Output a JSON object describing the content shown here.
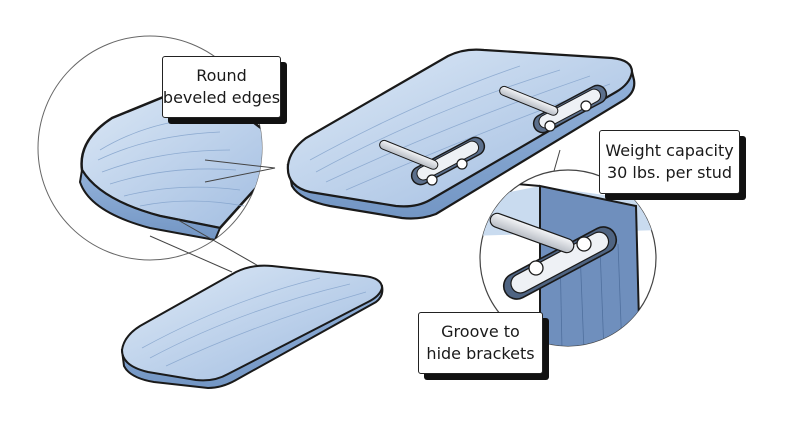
{
  "callouts": {
    "edges": {
      "line1": "Round",
      "line2": "beveled edges"
    },
    "weight": {
      "line1": "Weight capacity",
      "line2": "30 lbs. per stud"
    },
    "groove": {
      "line1": "Groove to",
      "line2": "hide brackets"
    }
  },
  "colors": {
    "wood": "#a9c3e4",
    "wood_light": "#d8e6f5",
    "wood_dark": "#7f9fc9",
    "outline": "#1a1a1a",
    "metal": "#d9dde3",
    "shadow": "#111111"
  },
  "icons": [
    "magnifier-circle",
    "bracket-pin",
    "screw-head"
  ]
}
